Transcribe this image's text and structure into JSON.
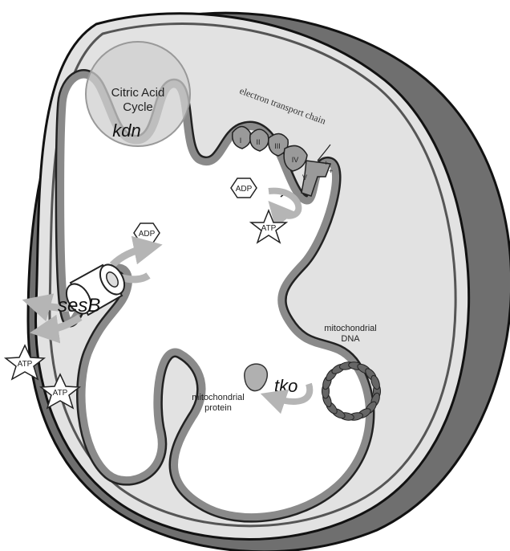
{
  "labels": {
    "citric_acid_cycle_line1": "Citric Acid",
    "citric_acid_cycle_line2": "Cycle",
    "kdn": "kdn",
    "electron_transport_chain": "electron transport chain",
    "complex_1": "I",
    "complex_2": "II",
    "complex_3": "III",
    "complex_4": "IV",
    "complex_5": "V",
    "adp_inner": "ADP",
    "atp_inner": "ATP",
    "adp_transport": "ADP",
    "sesB": "sesB",
    "atp_out_1": "ATP",
    "atp_out_2": "ATP",
    "mito_dna_line1": "mitochondrial",
    "mito_dna_line2": "DNA",
    "tko": "tko",
    "mito_protein_line1": "mitochondrial",
    "mito_protein_line2": "protein"
  },
  "colors": {
    "outer_membrane": "#6f6f6f",
    "intermembrane_space": "#e2e2e2",
    "matrix": "#ffffff",
    "inner_membrane": "#8a8a8a",
    "arrow_gray": "#b5b5b5",
    "dna_bead": "#666666",
    "circle_fill": "#cfcfcf"
  }
}
